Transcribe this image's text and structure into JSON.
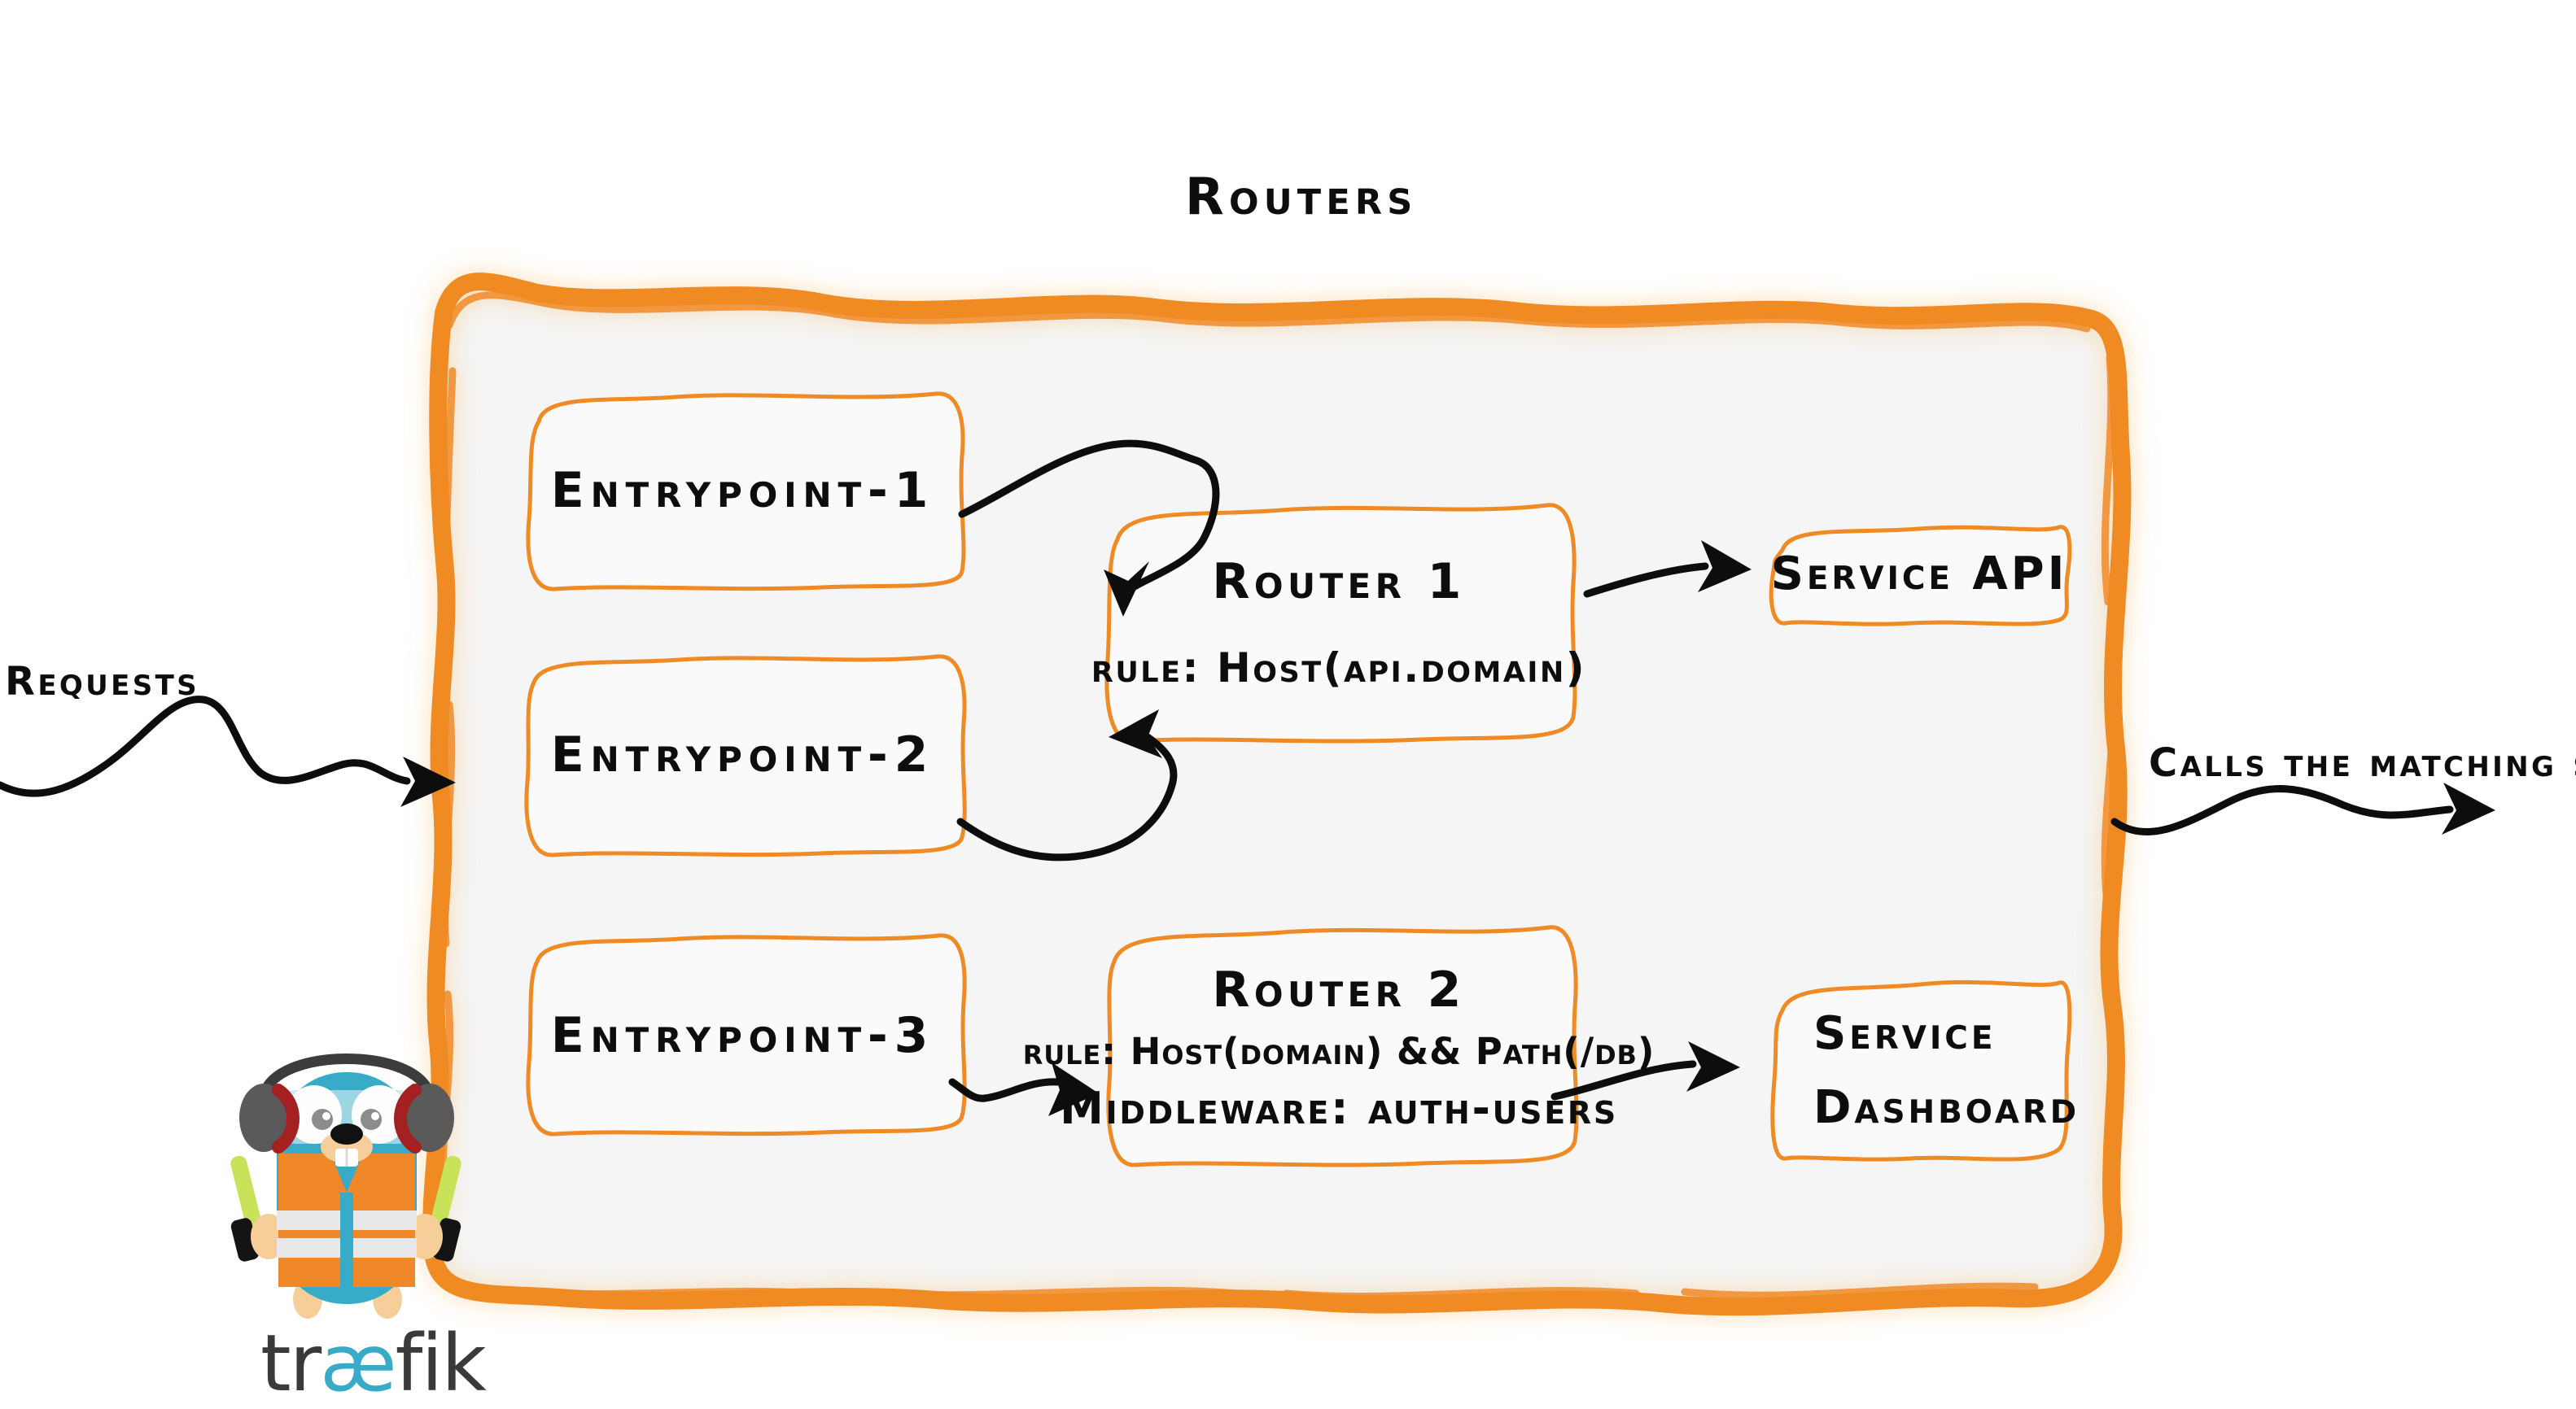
{
  "title": "Routers",
  "entrypoints": [
    {
      "id": "entrypoint-1",
      "label": "Entrypoint-1"
    },
    {
      "id": "entrypoint-2",
      "label": "Entrypoint-2"
    },
    {
      "id": "entrypoint-3",
      "label": "Entrypoint-3"
    }
  ],
  "routers": [
    {
      "id": "router-1",
      "name": "Router 1",
      "rule": "rule: Host(api.domain)",
      "middleware": null
    },
    {
      "id": "router-2",
      "name": "Router 2",
      "rule": "rule: Host(domain) && Path(/db)",
      "middleware": "Middleware: auth-users"
    }
  ],
  "services": [
    {
      "id": "service-api",
      "line1": "Service API",
      "line2": ""
    },
    {
      "id": "service-dashboard",
      "line1": "Service",
      "line2": "Dashboard"
    }
  ],
  "side_labels": {
    "incoming": "Requests",
    "outgoing": "Calls the matching server"
  },
  "brand": {
    "wordmark_left": "tr",
    "wordmark_ae": "æ",
    "wordmark_right": "fik",
    "logo_name": "traefik-gopher-mascot"
  },
  "colors": {
    "accent_orange": "#F08A24",
    "panel_fill": "#F5F5F5",
    "box_fill": "#FAFAFA",
    "ink": "#0D0D0D",
    "mascot_body": "#37ABC8",
    "mascot_vest": "#F0882A",
    "mascot_vest_stripe": "#E8E8E8",
    "mascot_headphone_grey": "#5A5A5A",
    "mascot_headphone_red": "#A52121",
    "mascot_stick": "#C8E35A",
    "wordmark_dark": "#3A3A3A",
    "wordmark_blue": "#37ABC8"
  },
  "arrows": [
    {
      "id": "arrow-requests-in",
      "from": "requests",
      "to": "routers-panel"
    },
    {
      "id": "arrow-ep1-router1",
      "from": "entrypoint-1",
      "to": "router-1"
    },
    {
      "id": "arrow-ep2-router1",
      "from": "entrypoint-2",
      "to": "router-1"
    },
    {
      "id": "arrow-ep3-router2",
      "from": "entrypoint-3",
      "to": "router-2"
    },
    {
      "id": "arrow-router1-serviceapi",
      "from": "router-1",
      "to": "service-api"
    },
    {
      "id": "arrow-router2-dashboard",
      "from": "router-2",
      "to": "service-dashboard"
    },
    {
      "id": "arrow-calls-out",
      "from": "routers-panel",
      "to": "matching-server"
    }
  ]
}
